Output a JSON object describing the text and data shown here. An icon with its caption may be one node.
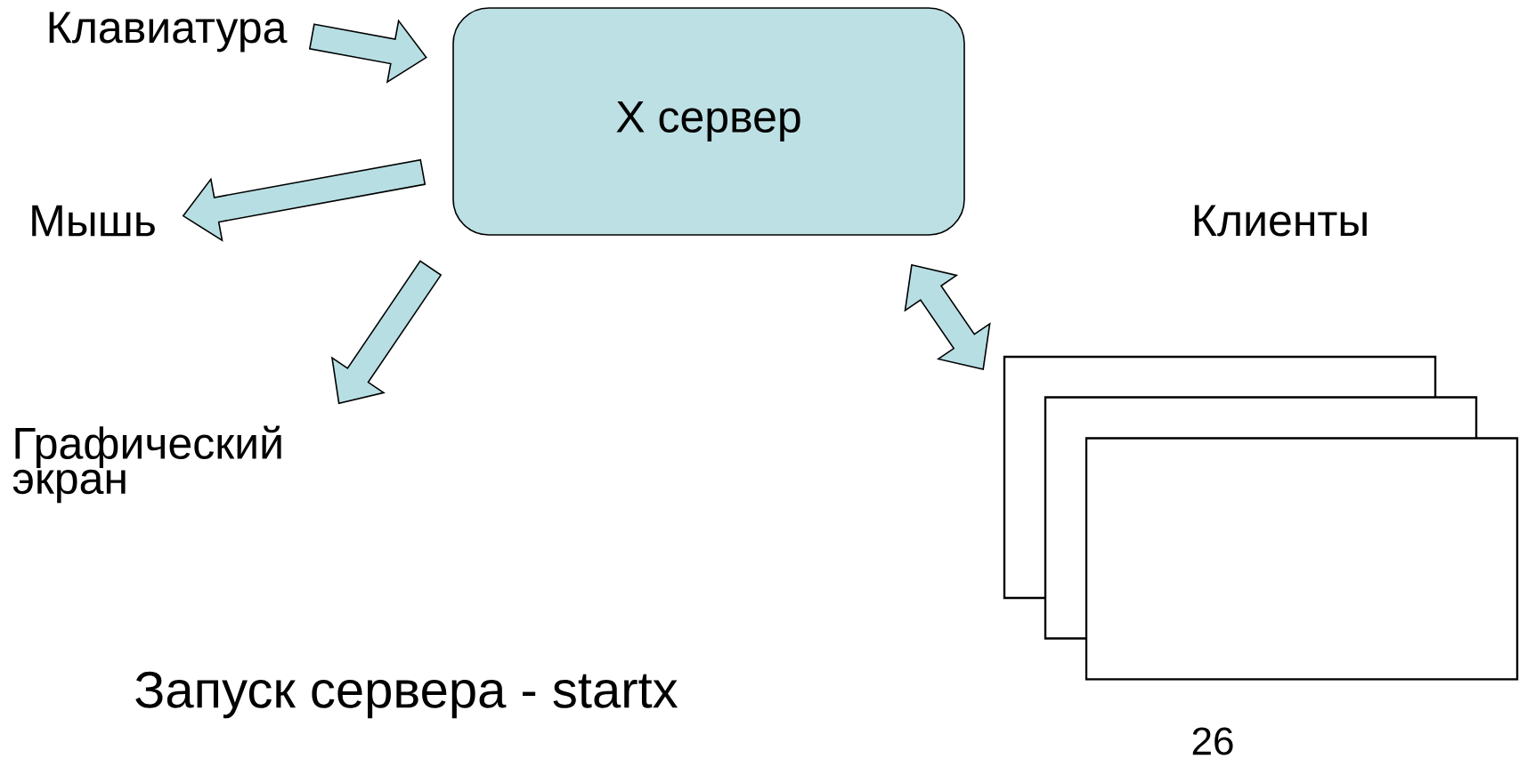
{
  "diagram": {
    "nodes": [
      {
        "text": [
          "Клавиатура"
        ]
      },
      {
        "text": [
          "X сервер"
        ]
      },
      {
        "text": [
          "Мышь"
        ]
      },
      {
        "text": [
          "Графический экран"
        ]
      },
      {
        "text": [],
        "shape": "box"
      },
      {
        "text": [],
        "shape": "box"
      },
      {
        "text": [],
        "shape": "box"
      }
    ],
    "edges": [
      {
        "from": 0,
        "to": 1,
        "arrow": "to"
      },
      {
        "from": 1,
        "to": 2,
        "arrow": "to"
      },
      {
        "from": 1,
        "to": 3,
        "arrow": "to"
      },
      {
        "from": 1,
        "to": 4,
        "arrow": "both"
      }
    ],
    "labels": [
      "Клиенты",
      "Запуск сервера - startx",
      "26"
    ]
  }
}
